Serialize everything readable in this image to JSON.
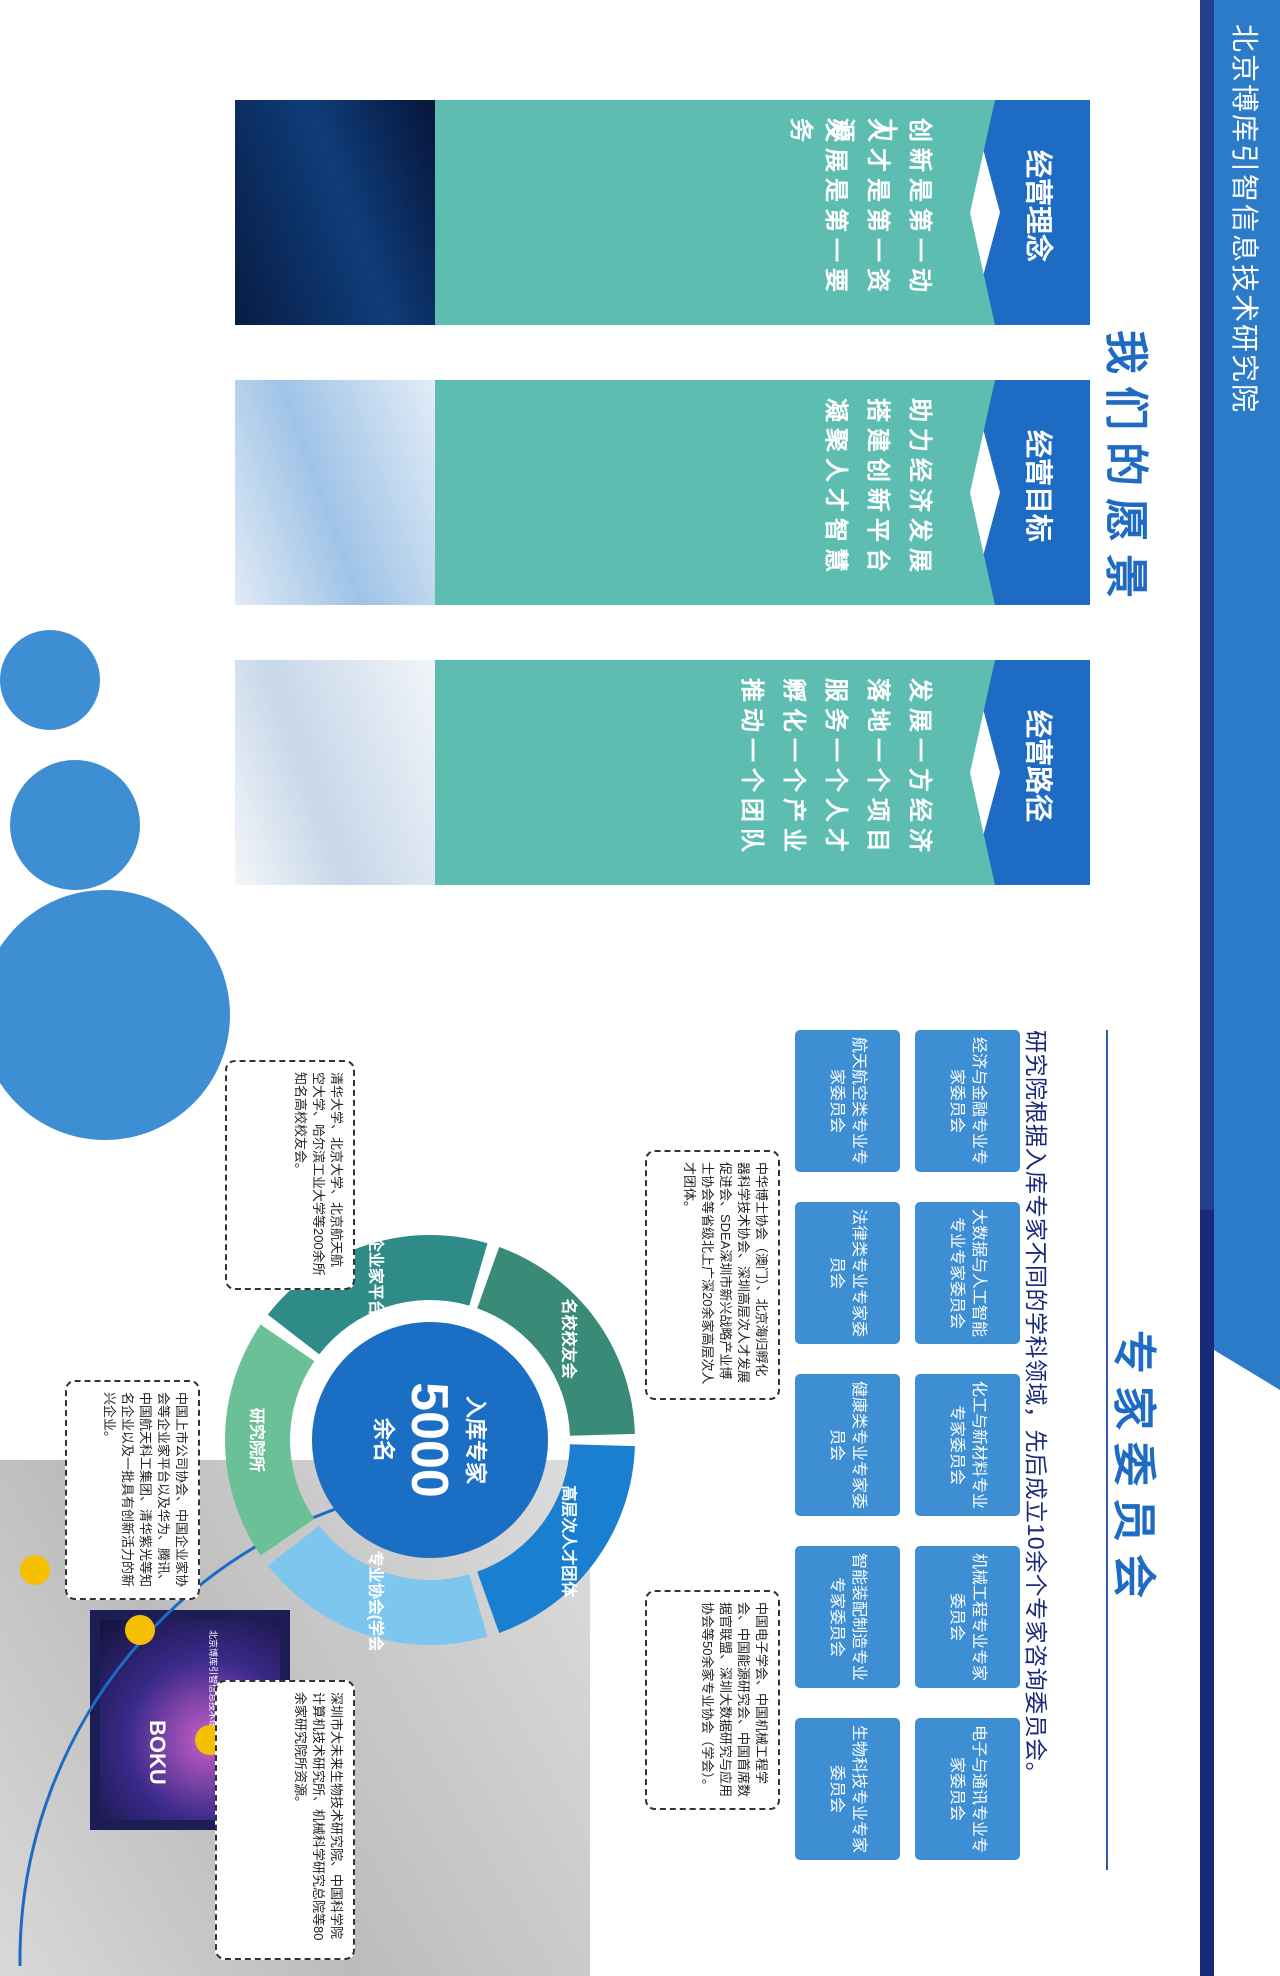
{
  "header": {
    "org_name": "北京博库引智信息技术研究院"
  },
  "vision": {
    "title": "我们的愿景",
    "cards": [
      {
        "title": "经营理念",
        "lines": [
          "创新是第一动力",
          "人才是第一资源",
          "发展是第一要务"
        ]
      },
      {
        "title": "经营目标",
        "lines": [
          "助力经济发展",
          "搭建创新平台",
          "凝聚人才智慧"
        ]
      },
      {
        "title": "经营路径",
        "lines": [
          "发展一方经济",
          "落地一个项目",
          "服务一个人才",
          "孵化一个产业",
          "推动一个团队"
        ]
      }
    ],
    "photo_text": {
      "brand": "BOKU",
      "sign": "北京博库引智信息技术研究院"
    }
  },
  "committee": {
    "title": "专家委员会",
    "description": "研究院根据入库专家不同的学科领域，先后成立10余个专家咨询委员会。",
    "items": [
      "经济与金融专业专家委员会",
      "大数据与人工智能专业专家委员会",
      "化工与新材料专业专家委员会",
      "机械工程专业专家委员会",
      "电子与通讯专业专家委员会",
      "航天航空类专业专家委员会",
      "法律类专业专家委员会",
      "健康类专业专家委员会",
      "智能装配制造专业专家委员会",
      "生物科技专业专家委员会"
    ]
  },
  "ring": {
    "center_label": "入库专家",
    "center_number": "5000",
    "center_unit": "余名",
    "segments": [
      "高层次人才团体",
      "专业协会(学会)",
      "研究院所",
      "企业家平台",
      "名校校友会"
    ],
    "notes": [
      "中华博士协会（澳门）、北京海归孵化器科学技术协会、深圳高层次人才发展促进会、SDEA深圳市新兴战略产业博士协会等省级北上广深20余家高层次人才团体。",
      "中国电子学会、中国机械工程学会、中国能源研究会、中国首席数据官联盟、深圳大数据研究与应用协会等50余家专业协会（学会）。",
      "深圳市大未来生物技术研究院、中国科学院计算机技术研究所、机械科学研究总院等80余家研究院所资源。",
      "中国上市公司协会、中国企业家协会等企业家平台以及华为、腾讯、中国航天科工集团、清华紫光等知名企业以及一批具有创新活力的新兴企业。",
      "清华大学、北京大学、北京航天航空大学、哈尔滨工业大学等200余所知名高校校友会。"
    ]
  },
  "colors": {
    "teal": "#5dbdb1",
    "blue": "#2c7bc9",
    "navy": "#1a2a7a",
    "committee": "#3d8ed3",
    "gold": "#f5c000"
  }
}
